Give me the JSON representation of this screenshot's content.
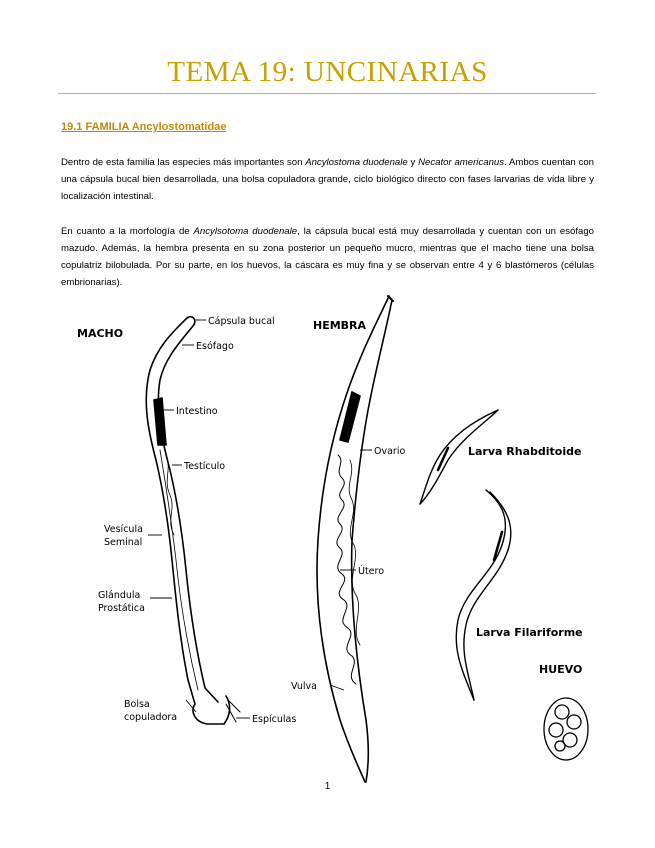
{
  "header": {
    "title": "TEMA 19: UNCINARIAS"
  },
  "section": {
    "heading": "19.1 FAMILIA Ancylostomatidae"
  },
  "paragraph1": {
    "t1": "Dentro de esta familia las especies más importantes son ",
    "species1": "Ancylostoma duodenale",
    "t2": " y ",
    "species2": "Necator americanus",
    "t3": ". Ambos cuentan con una cápsula bucal bien desarrollada, una bolsa copuladora grande, ciclo biológico directo con fases larvarias de vida libre y localización intestinal."
  },
  "paragraph2": {
    "t1": "En cuanto a la morfología de ",
    "species": "Ancylsotoma duodenale",
    "t2": ", la cápsula bucal está muy desarrollada y cuentan con un esófago mazudo. Además, la hembra presenta en su zona posterior un pequeño mucro, mientras que el macho tiene una bolsa copulatriz bilobulada. Por su parte, en los huevos, la cáscara es muy fina y se observan entre 4 y 6 blastómeros (células embrionarias)."
  },
  "figure": {
    "macho": "MACHO",
    "hembra": "HEMBRA",
    "capsula_bucal": "Cápsula bucal",
    "esofago": "Esófago",
    "intestino": "Intestino",
    "testiculo": "Testículo",
    "vesicula_1": "Vesícula",
    "vesicula_2": "Seminal",
    "glandula_1": "Glándula",
    "glandula_2": "Prostática",
    "bolsa_1": "Bolsa",
    "bolsa_2": "copuladora",
    "espiculas": "Espículas",
    "ovario": "Ovario",
    "utero": "Útero",
    "vulva": "Vulva",
    "larva_rhab": "Larva Rhabditoide",
    "larva_fil": "Larva Filariforme",
    "huevo": "HUEVO"
  },
  "footer": {
    "page_number": "1"
  }
}
